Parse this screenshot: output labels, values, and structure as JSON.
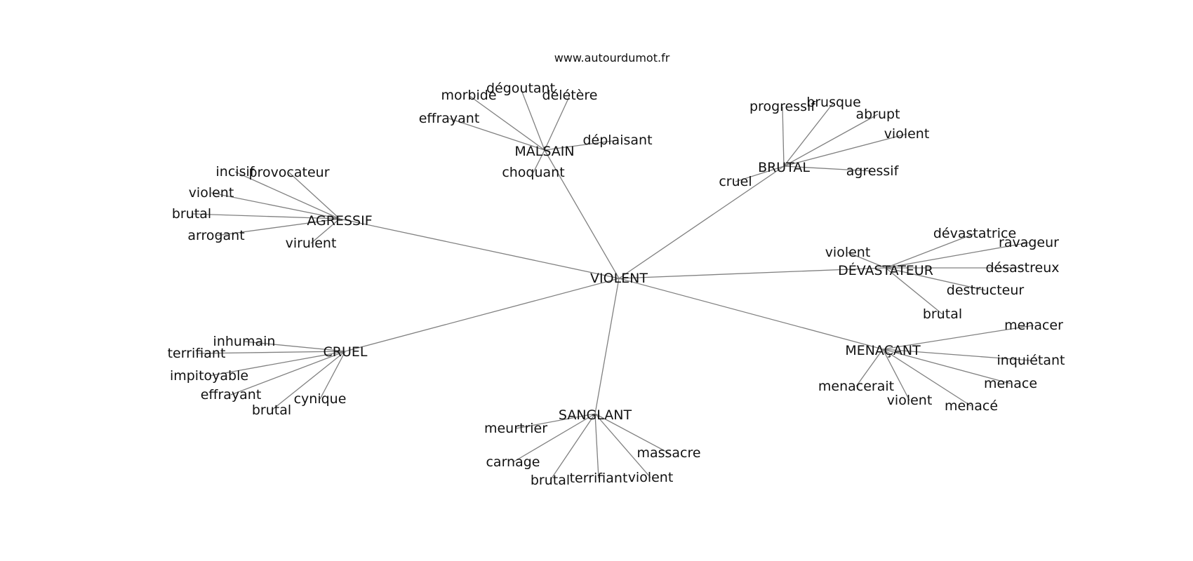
{
  "credit": "www.autourdumot.fr",
  "center": "VIOLENT",
  "clusters": [
    {
      "label": "MALSAIN",
      "leaves": [
        "dégoutant",
        "délétère",
        "morbide",
        "effrayant",
        "déplaisant",
        "choquant"
      ]
    },
    {
      "label": "BRUTAL",
      "leaves": [
        "progressif",
        "brusque",
        "abrupt",
        "violent",
        "agressif",
        "cruel"
      ]
    },
    {
      "label": "AGRESSIF",
      "leaves": [
        "incisif",
        "provocateur",
        "violent",
        "brutal",
        "arrogant",
        "virulent"
      ]
    },
    {
      "label": "DÉVASTATEUR",
      "leaves": [
        "dévastatrice",
        "ravageur",
        "violent",
        "désastreux",
        "destructeur",
        "brutal"
      ]
    },
    {
      "label": "CRUEL",
      "leaves": [
        "inhumain",
        "terrifiant",
        "impitoyable",
        "effrayant",
        "brutal",
        "cynique"
      ]
    },
    {
      "label": "MENAÇANT",
      "leaves": [
        "menacer",
        "inquiétant",
        "menace",
        "menacé",
        "violent",
        "menacerait"
      ]
    },
    {
      "label": "SANGLANT",
      "leaves": [
        "meurtrier",
        "carnage",
        "brutal",
        "terrifiant",
        "violent",
        "massacre"
      ]
    }
  ]
}
